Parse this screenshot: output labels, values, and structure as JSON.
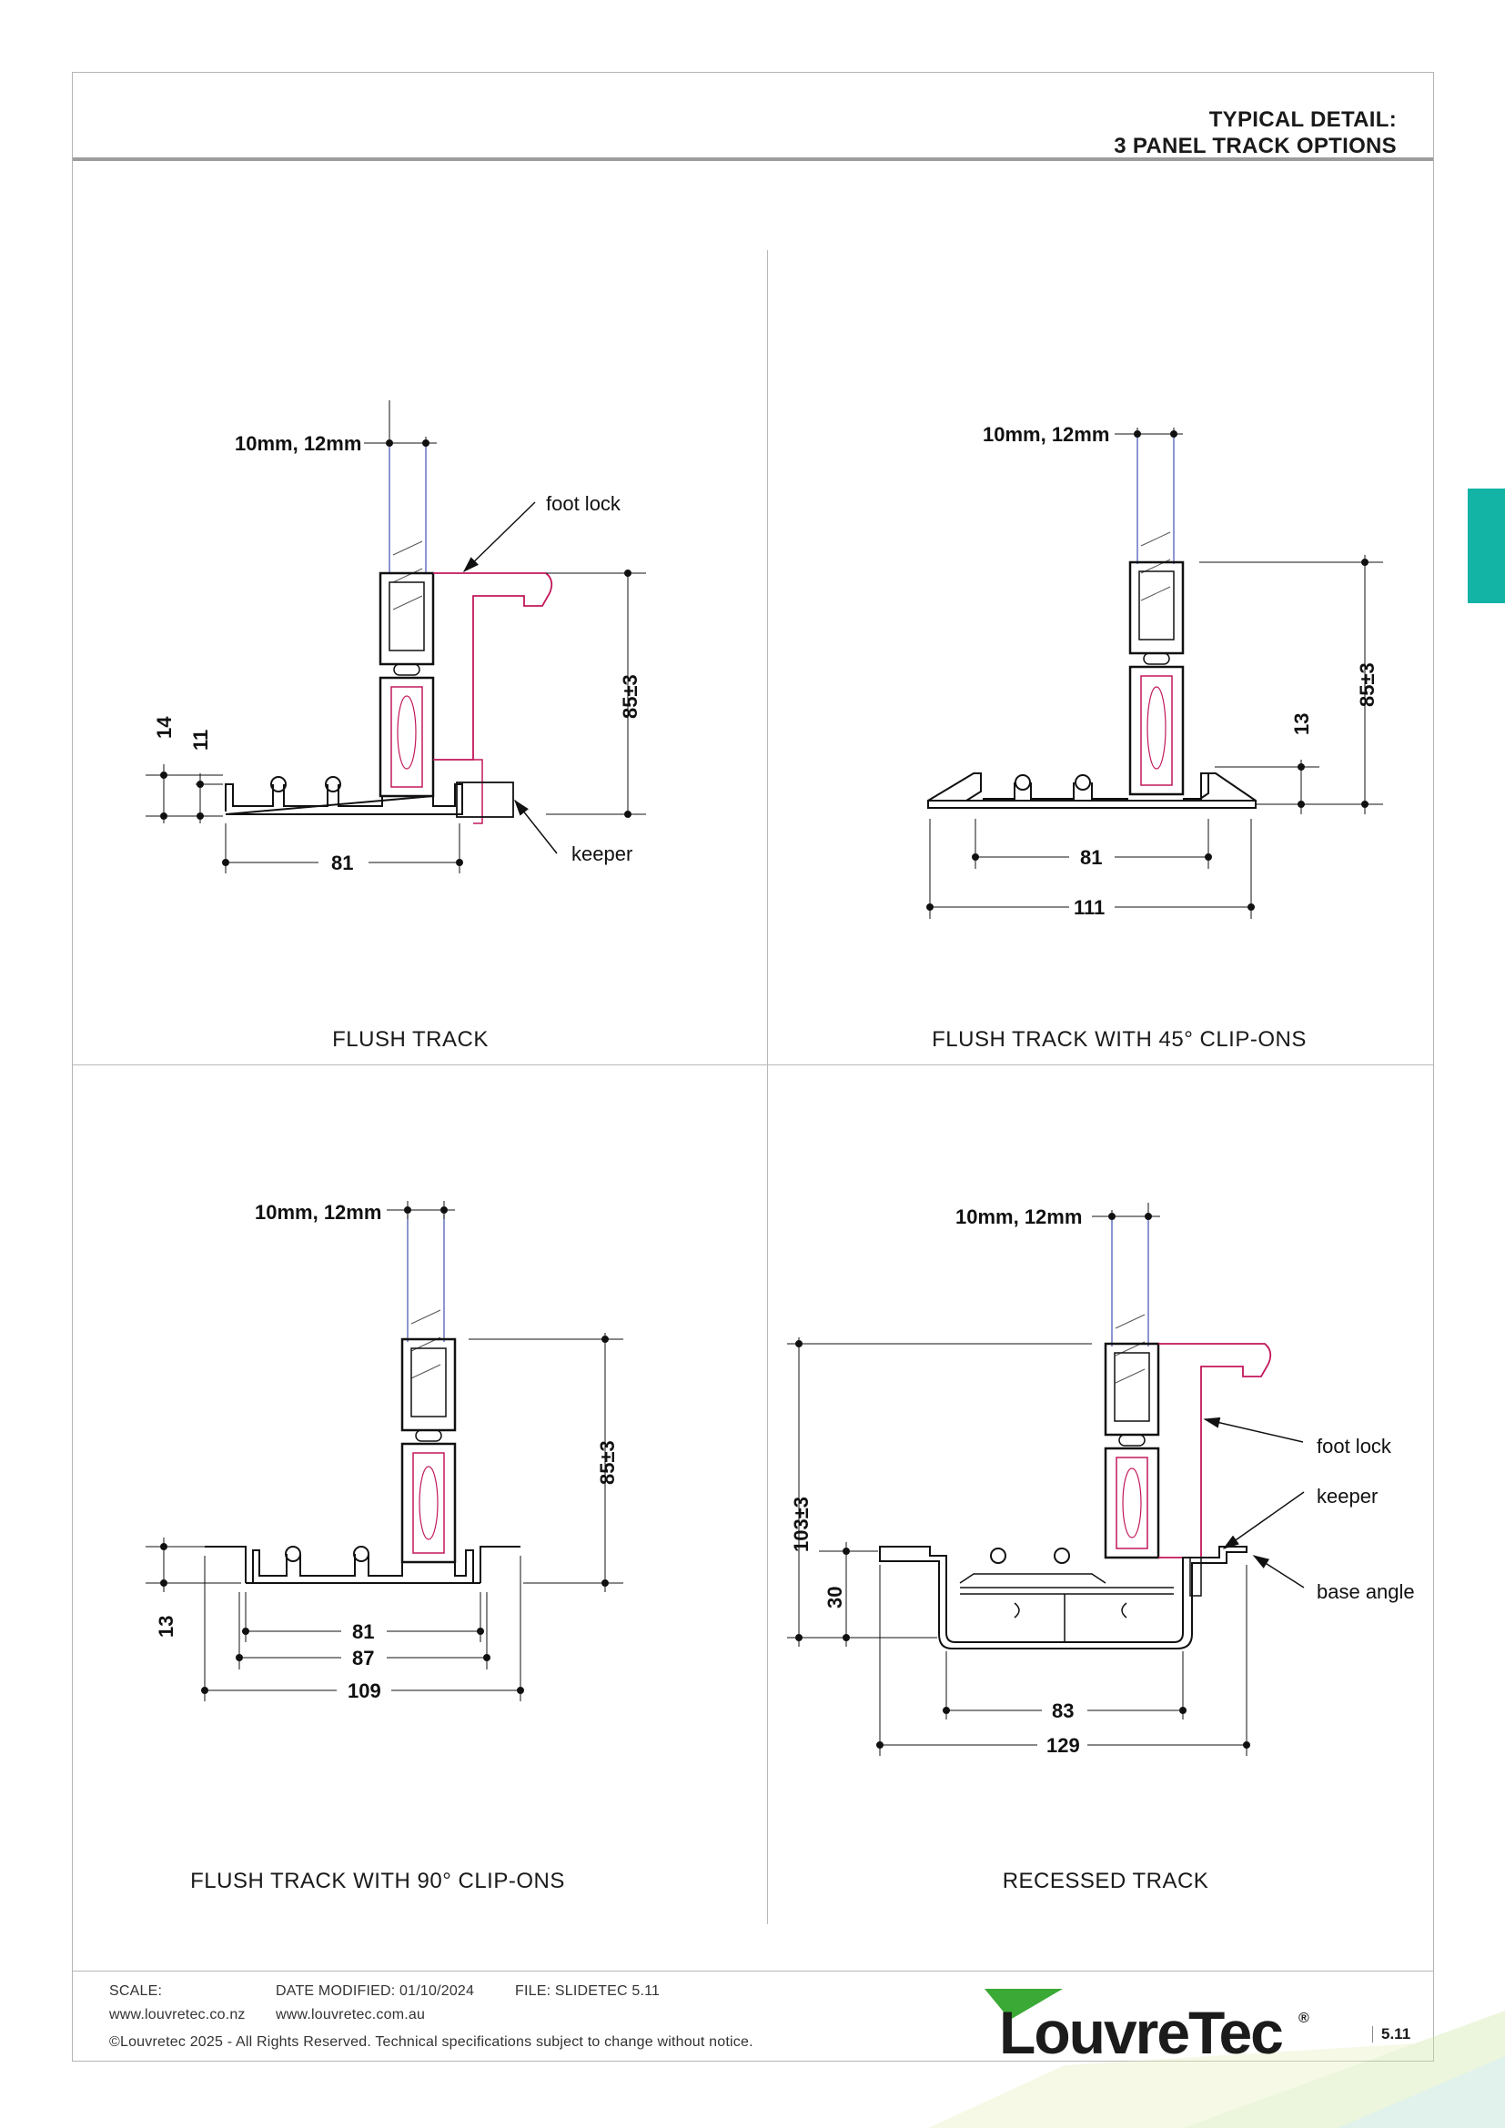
{
  "header": {
    "line1": "TYPICAL DETAIL:",
    "line2": "3 PANEL TRACK OPTIONS"
  },
  "panels": {
    "flush": {
      "caption": "FLUSH TRACK",
      "dim_glass": "10mm, 12mm",
      "label_foot_lock": "foot lock",
      "label_keeper": "keeper",
      "dim_height": "85±3",
      "dim_14": "14",
      "dim_11": "11",
      "dim_width": "81"
    },
    "flush45": {
      "caption": "FLUSH TRACK WITH 45° CLIP-ONS",
      "dim_glass": "10mm, 12mm",
      "dim_height": "85±3",
      "dim_13": "13",
      "dim_inner": "81",
      "dim_outer": "111"
    },
    "flush90": {
      "caption": "FLUSH TRACK WITH 90° CLIP-ONS",
      "dim_glass": "10mm, 12mm",
      "dim_height": "85±3",
      "dim_13": "13",
      "dim_81": "81",
      "dim_87": "87",
      "dim_109": "109"
    },
    "recessed": {
      "caption": "RECESSED TRACK",
      "dim_glass": "10mm, 12mm",
      "dim_height": "103±3",
      "dim_30": "30",
      "label_foot_lock": "foot lock",
      "label_keeper": "keeper",
      "label_base_angle": "base angle",
      "dim_inner": "83",
      "dim_outer": "129"
    }
  },
  "footer": {
    "scale": "SCALE:",
    "date": "DATE MODIFIED: 01/10/2024",
    "file": "FILE:  SLIDETEC 5.11",
    "url_nz": "www.louvretec.co.nz",
    "url_au": "www.louvretec.com.au",
    "copyright": "©Louvretec 2025 - All Rights Reserved. Technical specifications subject to change without notice.",
    "page": "5.11",
    "logo_text": "LouvreTec",
    "logo_reg": "®"
  },
  "colors": {
    "accent": "#13b3a5",
    "ink": "#1a1a1a",
    "profile_pink": "#c2185b",
    "glass_blue": "#3f51b5",
    "logo_green": "#3aa935"
  }
}
